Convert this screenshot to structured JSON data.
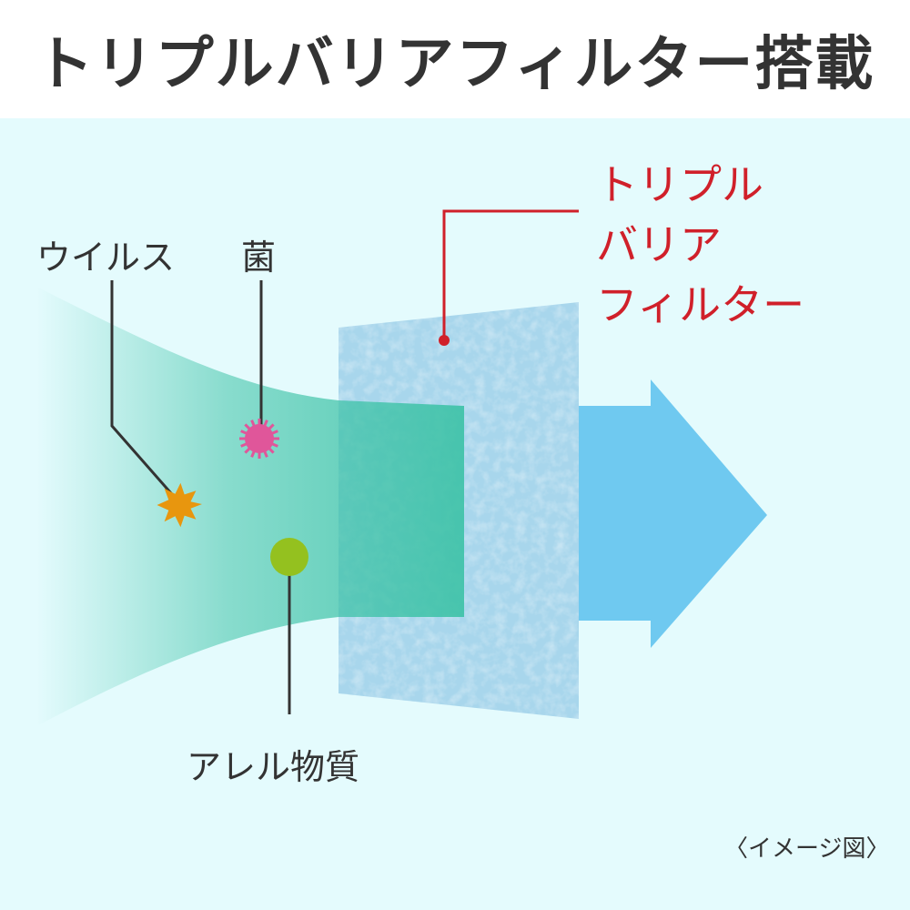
{
  "header": {
    "title": "トリプルバリアフィルター搭載"
  },
  "diagram": {
    "labels": {
      "virus": "ウイルス",
      "bacteria": "菌",
      "allergen": "アレル物質",
      "filter_line1": "トリプル",
      "filter_line2": "バリア",
      "filter_line3": "フィルター"
    },
    "caption": "〈イメージ図〉",
    "colors": {
      "background": "#e4fbfd",
      "stream": "#3cc2a6",
      "filter": "#a8d6ec",
      "arrow": "#6fc9f0",
      "virus": "#e8960e",
      "bacteria": "#e0569a",
      "allergen": "#94c11f",
      "filter_label": "#d0202a"
    },
    "icons": [
      "virus-icon",
      "bacteria-icon",
      "allergen-icon",
      "arrow-right-icon"
    ]
  }
}
